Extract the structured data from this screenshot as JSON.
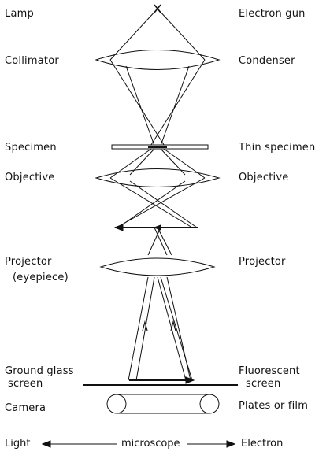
{
  "light_labels": {
    "lamp": "Lamp",
    "collimator": "Collimator",
    "specimen": "Specimen",
    "objective": "Objective",
    "projector": "Projector",
    "eyepiece": "(eyepiece)",
    "screen_line1": "Ground glass",
    "screen_line2": "screen",
    "camera": "Camera"
  },
  "electron_labels": {
    "gun": "Electron gun",
    "condenser": "Condenser",
    "specimen": "Thin specimen",
    "objective": "Objective",
    "projector": "Projector",
    "screen_line1": "Fluorescent",
    "screen_line2": "screen",
    "plates": "Plates or film"
  },
  "caption": {
    "left": "Light",
    "middle": "microscope",
    "right": "Electron"
  }
}
